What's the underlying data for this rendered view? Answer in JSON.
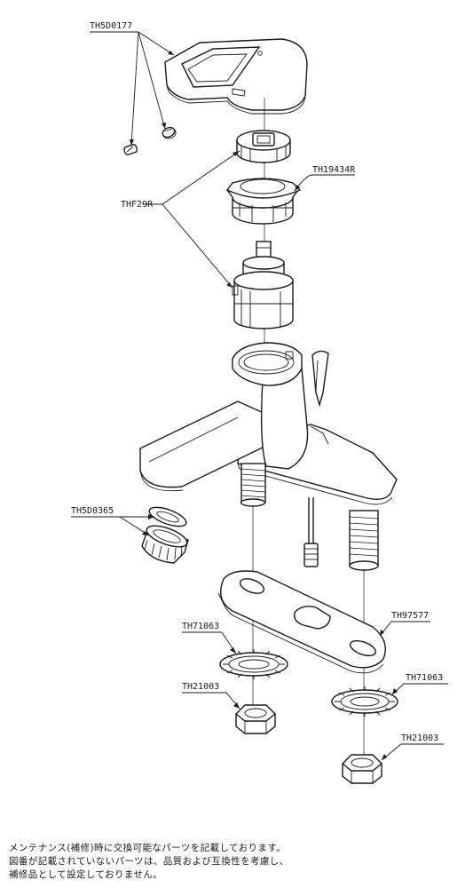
{
  "diagram": {
    "labels": {
      "handle": "TH5D0177",
      "cartridge_cap": "THF29R",
      "cap_nut": "TH19434R",
      "aerator": "TH5D0365",
      "gasket_left": "TH71063",
      "gasket_right": "TH71063",
      "base_plate": "TH97577",
      "nut_left": "TH21003",
      "nut_right": "TH21003"
    }
  },
  "notes": {
    "line1": "メンテナンス(補修)時に交換可能なパーツを記載しております。",
    "line2": "図番が記載されていないパーツは、品質および互換性を考慮し、",
    "line3": "補修品として設定しておりません。"
  }
}
